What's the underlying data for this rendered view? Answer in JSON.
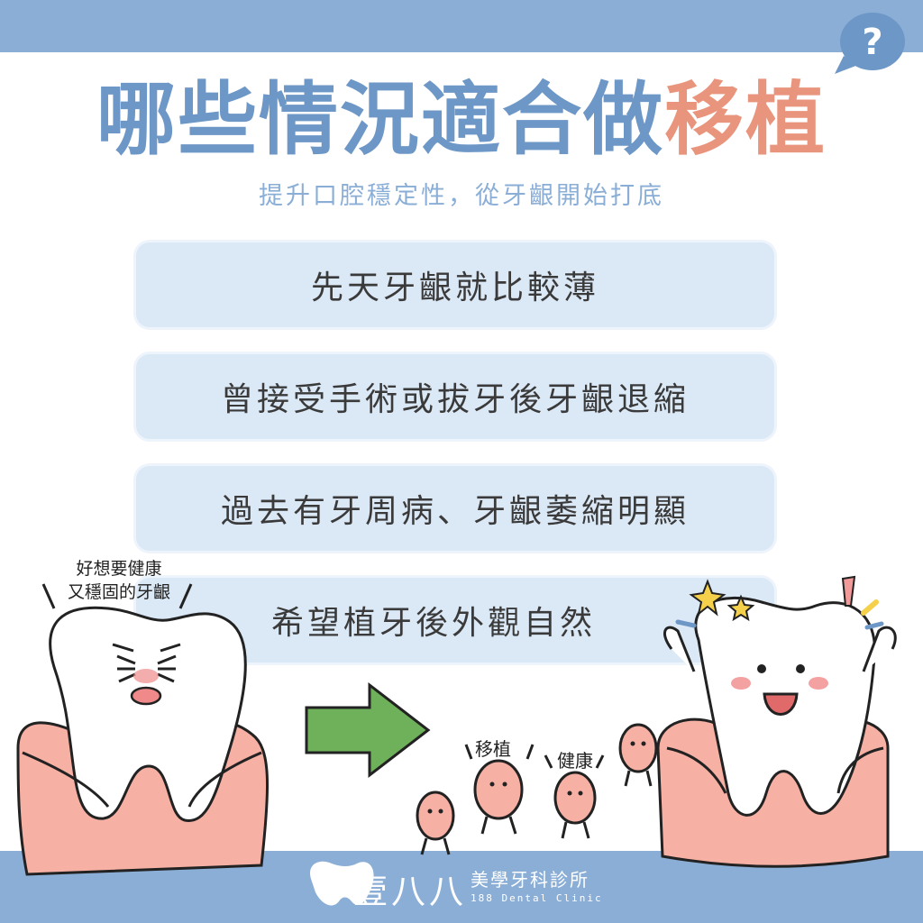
{
  "header": {
    "title_main": "哪些情況適合做",
    "title_accent": "移植",
    "subtitle": "提升口腔穩定性，從牙齦開始打底",
    "question_mark": "?"
  },
  "items": [
    {
      "label": "先天牙齦就比較薄"
    },
    {
      "label": "曾接受手術或拔牙後牙齦退縮"
    },
    {
      "label": "過去有牙周病、牙齦萎縮明顯"
    },
    {
      "label": "希望植牙後外觀自然"
    }
  ],
  "illustration": {
    "left_quote_line1": "好想要健康",
    "left_quote_line2": "又穩固的牙齦",
    "tag_graft": "移植",
    "tag_health": "健康"
  },
  "logo": {
    "name": "壹八八",
    "sub": "美學牙科診所",
    "en": "188 Dental Clinic"
  },
  "colors": {
    "accent_blue": "#8aaed6",
    "title_blue": "#6d97c6",
    "title_coral": "#e9947c",
    "card_bg": "#dbe8f6",
    "gum_pink": "#f6b0a4",
    "arrow_green": "#6fb15b"
  }
}
